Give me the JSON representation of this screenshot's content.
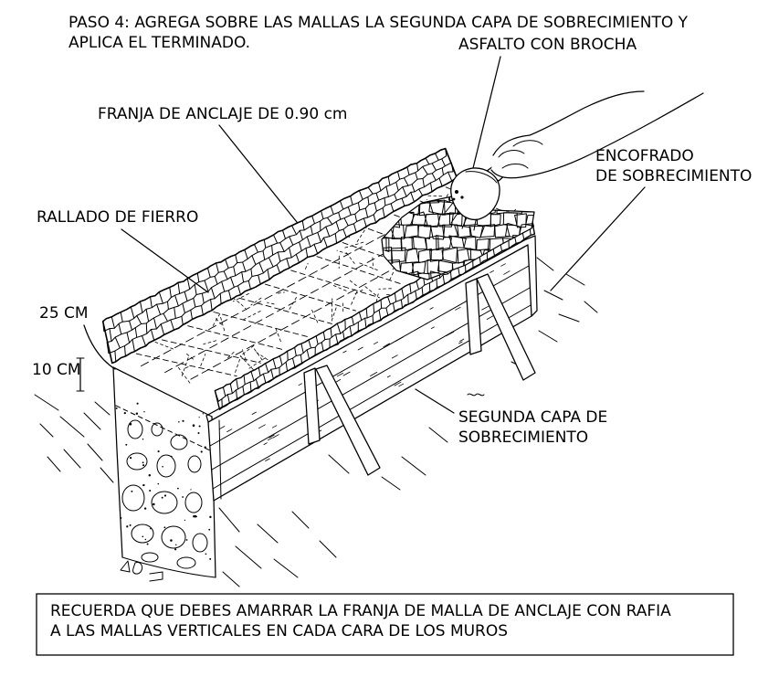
{
  "title": {
    "line1": "PASO 4: AGREGA SOBRE LAS MALLAS LA SEGUNDA CAPA DE SOBRECIMIENTO Y",
    "line2": "APLICA EL TERMINADO."
  },
  "labels": {
    "asfalto": "ASFALTO CON BROCHA",
    "franja": "FRANJA DE ANCLAJE DE 0.90 cm",
    "encofrado": [
      "ENCOFRADO",
      "DE SOBRECIMIENTO"
    ],
    "rallado": "RALLADO DE FIERRO",
    "dim_25": "25 CM",
    "dim_10": "10 CM",
    "segunda_capa": [
      "SEGUNDA CAPA DE",
      "SOBRECIMIENTO"
    ]
  },
  "note": {
    "lines": [
      "RECUERDA QUE DEBES AMARRAR LA FRANJA DE MALLA DE ANCLAJE CON RAFIA",
      "A LAS MALLAS VERTICALES EN CADA CARA DE LOS MUROS"
    ]
  }
}
